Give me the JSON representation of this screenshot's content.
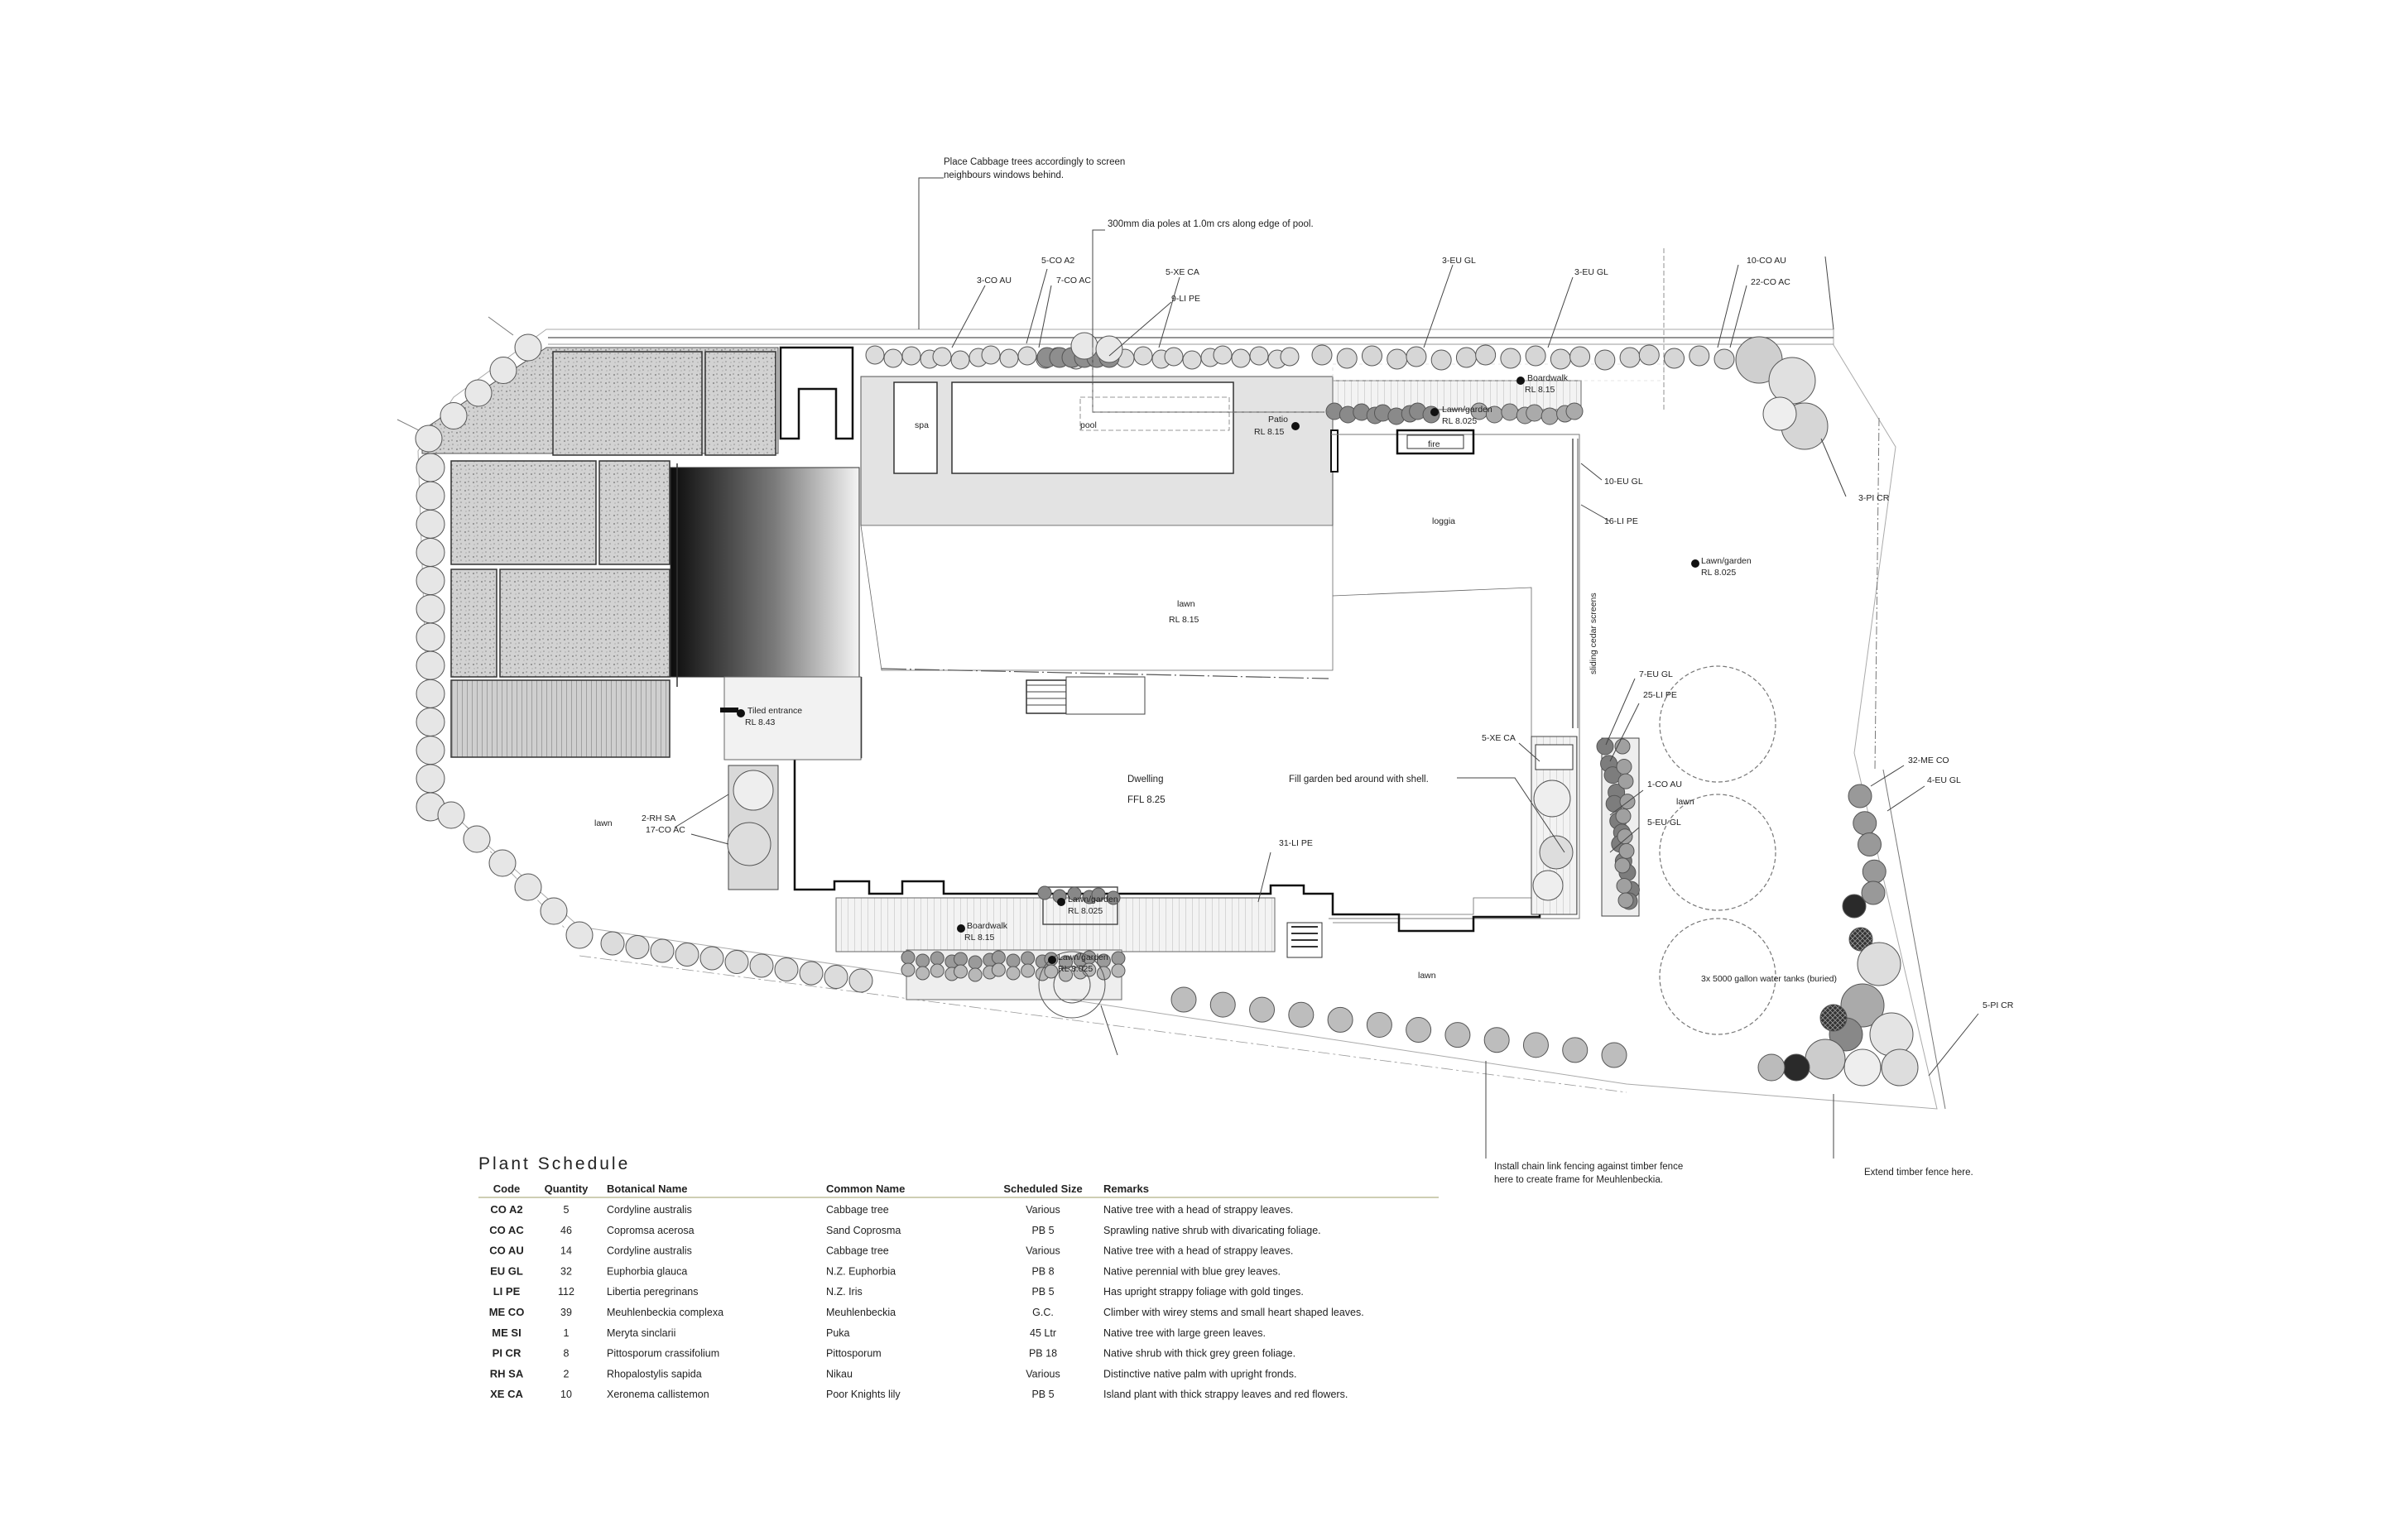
{
  "plan": {
    "annotations": {
      "cabbage_note_1": "Place Cabbage trees accordingly to screen",
      "cabbage_note_2": "neighbours windows behind.",
      "poles_note": "300mm dia poles at 1.0m crs along edge of pool.",
      "fill_note": "Fill garden bed around with shell.",
      "chain_note_1": "Install chain link fencing against timber fence",
      "chain_note_2": "here to create frame for Meuhlenbeckia.",
      "extend_note": "Extend timber fence here."
    },
    "plant_labels": {
      "co_au_3": "3-CO AU",
      "co_a2_5": "5-CO A2",
      "co_ac_7": "7-CO AC",
      "xe_ca_5_top": "5-XE CA",
      "li_pe_9": "9-LI PE",
      "eu_gl_3a": "3-EU GL",
      "eu_gl_3b": "3-EU GL",
      "co_au_10": "10-CO AU",
      "co_ac_22": "22-CO AC",
      "pi_cr_3": "3-PI CR",
      "eu_gl_10": "10-EU GL",
      "li_pe_16": "16-LI PE",
      "eu_gl_7": "7-EU GL",
      "li_pe_25": "25-LI PE",
      "xe_ca_5_mid": "5-XE CA",
      "co_au_1": "1-CO AU",
      "eu_gl_5": "5-EU GL",
      "me_co_32": "32-ME CO",
      "eu_gl_4": "4-EU GL",
      "pi_cr_5": "5-PI CR",
      "rh_sa_2": "2-RH SA",
      "co_ac_17": "17-CO AC",
      "li_pe_31": "31-LI PE"
    },
    "areas": {
      "spa": "spa",
      "pool": "pool",
      "patio": "Patio",
      "patio_rl": "RL 8.15",
      "boardwalk_top": "Boardwalk",
      "boardwalk_top_rl": "RL 8.15",
      "lawn_garden_top": "Lawn/garden",
      "lawn_garden_top_rl": "RL 8.025",
      "fire": "fire",
      "loggia": "loggia",
      "lawn_garden_right": "Lawn/garden",
      "lawn_garden_right_rl": "RL 8.025",
      "lawn_centre": "lawn",
      "lawn_centre_rl": "RL 8.15",
      "sliding_screens": "sliding cedar screens",
      "tiled_entrance": "Tiled entrance",
      "tiled_entrance_rl": "RL 8.43",
      "dwelling": "Dwelling",
      "dwelling_ffl": "FFL 8.25",
      "lawn_left": "lawn",
      "lawn_right_small": "lawn",
      "lawn_bottom": "lawn",
      "boardwalk_bottom": "Boardwalk",
      "boardwalk_bottom_rl": "RL 8.15",
      "lawn_garden_b1": "Lawn/garden",
      "lawn_garden_b1_rl": "RL 8.025",
      "lawn_garden_b2": "Lawn/garden",
      "lawn_garden_b2_rl": "RL 8.025",
      "tanks": "3x 5000 gallon water tanks (buried)"
    }
  },
  "schedule": {
    "title": "Plant Schedule",
    "headers": [
      "Code",
      "Quantity",
      "Botanical Name",
      "Common Name",
      "Scheduled Size",
      "Remarks"
    ],
    "rows": [
      [
        "CO A2",
        "5",
        "Cordyline australis",
        "Cabbage tree",
        "Various",
        "Native tree with a head of strappy leaves."
      ],
      [
        "CO AC",
        "46",
        "Copromsa acerosa",
        "Sand Coprosma",
        "PB 5",
        "Sprawling native shrub with divaricating foliage."
      ],
      [
        "CO AU",
        "14",
        "Cordyline australis",
        "Cabbage tree",
        "Various",
        "Native tree with a head of strappy leaves."
      ],
      [
        "EU GL",
        "32",
        "Euphorbia glauca",
        "N.Z. Euphorbia",
        "PB 8",
        "Native perennial with blue grey leaves."
      ],
      [
        "LI PE",
        "112",
        "Libertia peregrinans",
        "N.Z. Iris",
        "PB 5",
        "Has upright strappy foliage with gold tinges."
      ],
      [
        "ME CO",
        "39",
        "Meuhlenbeckia complexa",
        "Meuhlenbeckia",
        "G.C.",
        "Climber with wirey stems and small heart shaped leaves."
      ],
      [
        "ME SI",
        "1",
        "Meryta sinclarii",
        "Puka",
        "45 Ltr",
        "Native tree with large green leaves."
      ],
      [
        "PI CR",
        "8",
        "Pittosporum crassifolium",
        "Pittosporum",
        "PB 18",
        "Native shrub with thick grey green foliage."
      ],
      [
        "RH SA",
        "2",
        "Rhopalostylis sapida",
        "Nikau",
        "Various",
        "Distinctive native palm with upright fronds."
      ],
      [
        "XE CA",
        "10",
        "Xeronema callistemon",
        "Poor Knights lily",
        "PB 5",
        "Island plant with thick strappy leaves and red flowers."
      ]
    ]
  }
}
